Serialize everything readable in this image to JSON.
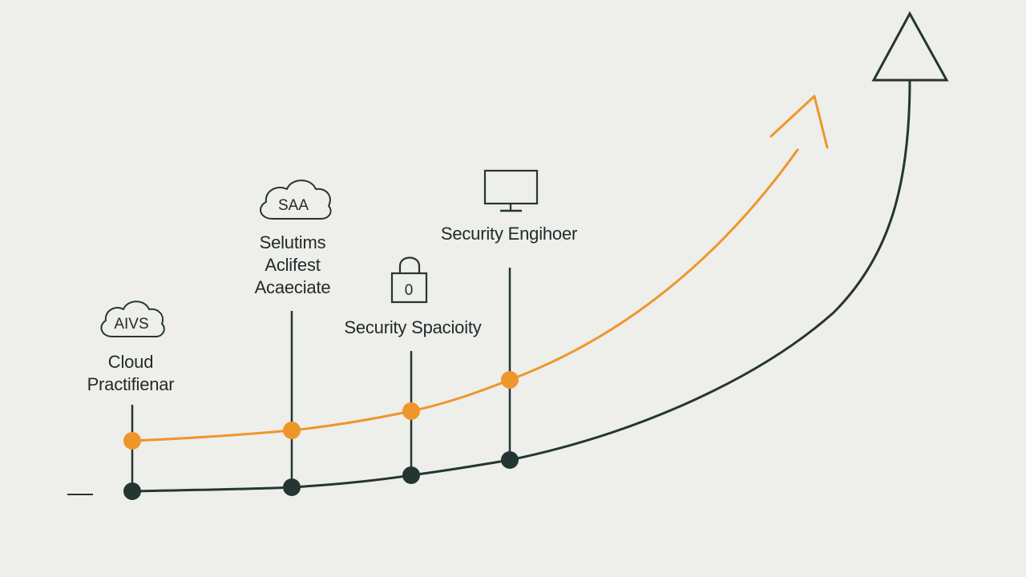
{
  "colors": {
    "background": "#eeeeea",
    "dark_path": "#243634",
    "orange_path": "#ee962a",
    "text": "#1f2a2a"
  },
  "milestones": [
    {
      "label_line1": "Cloud",
      "label_line2": "Practifienar",
      "icon": "cloud-icon",
      "icon_text": "AIVS"
    },
    {
      "label_line1": "Selutims",
      "label_line2": "Aclifest",
      "label_line3": "Acaeciate",
      "icon": "cloud-icon",
      "icon_text": "SAA"
    },
    {
      "label_line1": "Security Spacioity",
      "icon": "padlock-icon",
      "icon_text": "0"
    },
    {
      "label_line1": "Security Engihoer",
      "icon": "monitor-icon"
    }
  ],
  "top_marker": {
    "icon": "triangle-icon"
  }
}
